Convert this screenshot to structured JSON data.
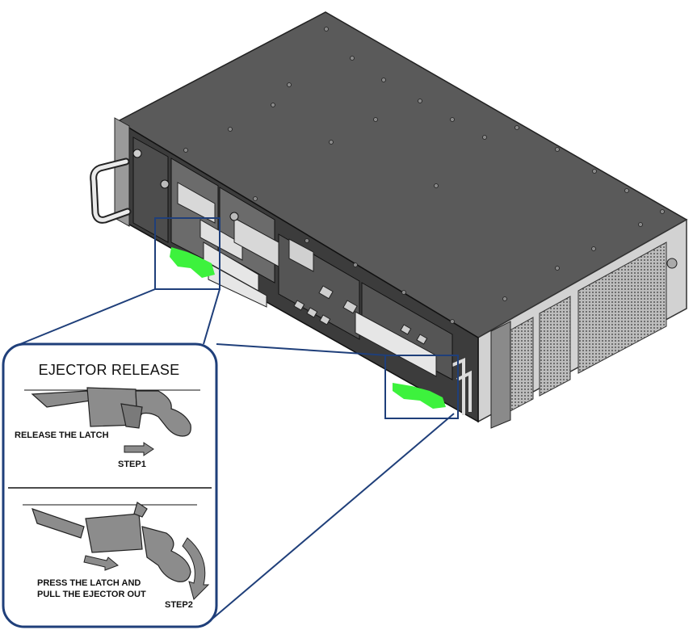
{
  "callout": {
    "title": "EJECTOR RELEASE",
    "step1_instruction": "RELEASE THE LATCH",
    "step1_label": "STEP1",
    "step2_instruction_line1": "PRESS THE LATCH AND",
    "step2_instruction_line2": "PULL THE EJECTOR OUT",
    "step2_label": "STEP2"
  },
  "colors": {
    "chassis_top": "#5a5a5a",
    "chassis_front": "#3c3c3c",
    "chassis_side": "#d2d2d2",
    "ejector_highlight": "#3df23d",
    "callout_outline": "#1f3f7a",
    "hand_gray": "#8c8c8c"
  }
}
